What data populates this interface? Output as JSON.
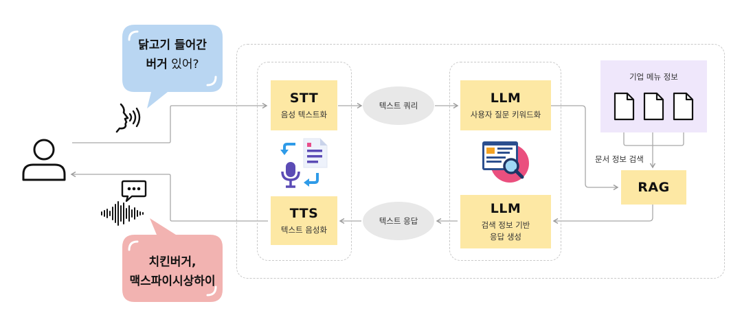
{
  "user_bubble": {
    "line1": "닭고기 들어간",
    "line2_bold": "버거",
    "line2_rest": " 있어?"
  },
  "reply_bubble": {
    "line1": "치킨버거,",
    "line2": "맥스파이시상하이"
  },
  "stt": {
    "title": "STT",
    "subtitle": "음성 텍스트화"
  },
  "tts": {
    "title": "TTS",
    "subtitle": "텍스트 음성화"
  },
  "query_pill": "텍스트 쿼리",
  "response_pill": "텍스트 응답",
  "llm_top": {
    "title": "LLM",
    "subtitle": "사용자 질문 키워드화"
  },
  "llm_bottom": {
    "title": "LLM",
    "subtitle_line1": "검색 정보 기반",
    "subtitle_line2": "응답 생성"
  },
  "menu_info": {
    "title": "기업 메뉴 정보"
  },
  "doc_search_label": "문서 정보 검색",
  "rag": {
    "title": "RAG"
  },
  "colors": {
    "blue_bubble": "#b9d6f2",
    "pink_bubble": "#f2b3b1",
    "yellow_box": "#fde8a4",
    "purple_panel": "#efe7fb",
    "pill_gray": "#e8e8e8"
  },
  "icons": [
    "user-icon",
    "speaking-head-icon",
    "chat-dots-icon",
    "sound-wave-icon",
    "microphone-convert-icon",
    "document-icon",
    "search-screen-icon"
  ]
}
